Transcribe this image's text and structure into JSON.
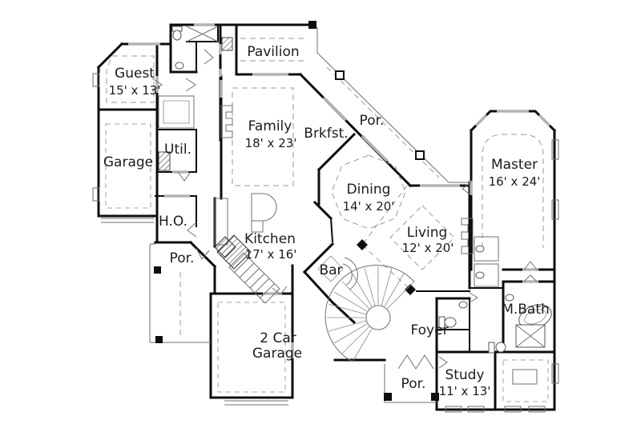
{
  "rooms": {
    "guest": {
      "name": "Guest",
      "dims": "15' x 13'"
    },
    "garage": {
      "name": "Garage"
    },
    "util": {
      "name": "Util."
    },
    "pavilion": {
      "name": "Pavilion"
    },
    "family": {
      "name": "Family",
      "dims": "18' x 23'"
    },
    "brkfst": {
      "name": "Brkfst."
    },
    "por_upper": {
      "name": "Por."
    },
    "dining": {
      "name": "Dining",
      "dims": "14' x 20'"
    },
    "master": {
      "name": "Master",
      "dims": "16' x 24'"
    },
    "ho": {
      "name": "H.O."
    },
    "kitchen": {
      "name": "Kitchen",
      "dims": "17' x 16'"
    },
    "por_left": {
      "name": "Por."
    },
    "bar": {
      "name": "Bar"
    },
    "living": {
      "name": "Living",
      "dims": "12' x 20'"
    },
    "car_garage": {
      "name": "2 Car",
      "name2": "Garage"
    },
    "foyer": {
      "name": "Foyer"
    },
    "mbath": {
      "name": "M.Bath"
    },
    "por_bottom": {
      "name": "Por."
    },
    "study": {
      "name": "Study",
      "dims": "11' x 13'"
    }
  },
  "colors": {
    "wall": "#0d0d0d",
    "opening": "#b3b3b3",
    "detail": "#6f6f6f",
    "background": "#ffffff",
    "label": "#1c1c1c"
  }
}
